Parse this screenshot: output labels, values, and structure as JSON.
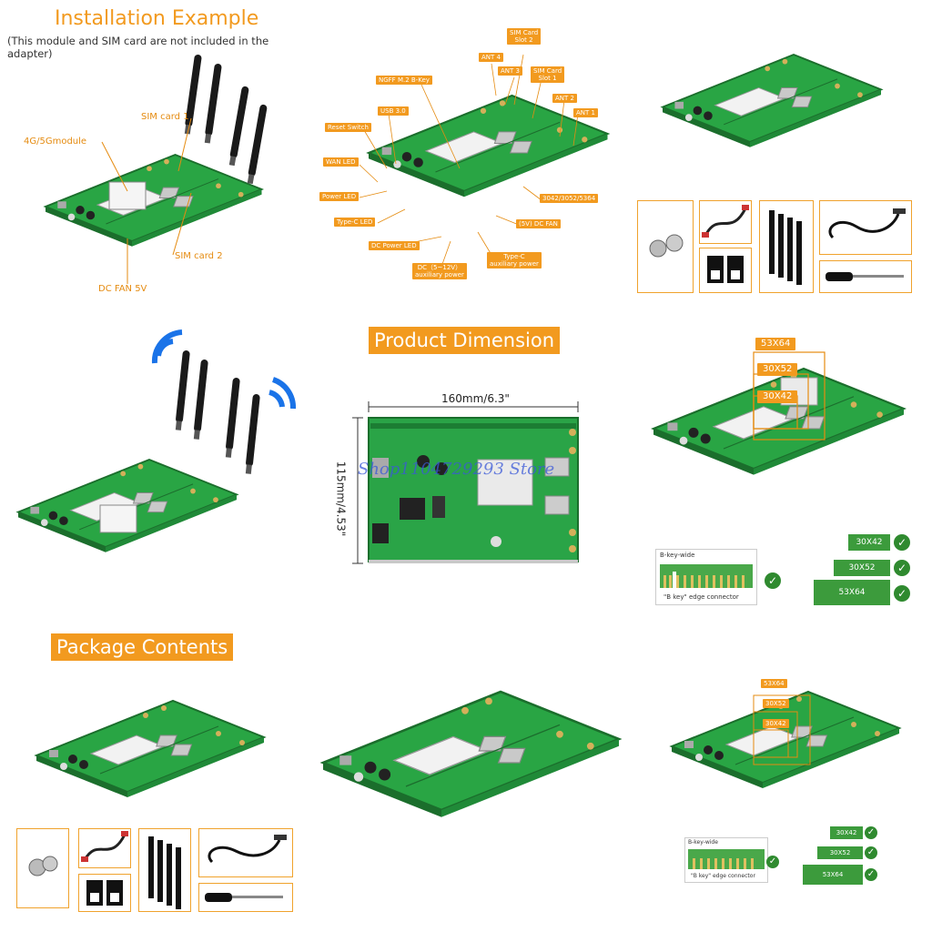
{
  "panel1": {
    "title": "Installation Example",
    "subtitle": "(This module and SIM card are not included in the adapter)",
    "labels": {
      "sim1": "SIM card 1",
      "module": "4G/5Gmodule",
      "sim2": "SIM card 2",
      "fan": "DC FAN 5V"
    }
  },
  "panel2": {
    "tags": {
      "sim_slot2": "SIM Card\nSlot 2",
      "ant4": "ANT 4",
      "ant3": "ANT 3",
      "sim_slot1": "SIM Card\nSlot 1",
      "ngff": "NGFF M.2 B-Key",
      "ant2": "ANT 2",
      "ant1": "ANT 1",
      "usb3": "USB 3.0",
      "reset": "Reset Switch",
      "wan": "WAN LED",
      "power": "Power LED",
      "sizes": "3042/3052/5364",
      "typec_led": "Type-C LED",
      "fan5v": "(5V) DC FAN",
      "dc_power_led": "DC Power LED",
      "typec_aux": "Type-C\nauxiliary power",
      "dc_aux": "DC（5~12V）\nauxiliary power"
    }
  },
  "panel5": {
    "banner": "Product Dimension",
    "width_label": "160mm/6.3\"",
    "height_label": "115mm/4.53\"",
    "watermark": "Shop1104729293 Store"
  },
  "panel6": {
    "tags": {
      "a": "53X64",
      "b": "30X52",
      "c": "30X42"
    },
    "connector_caption": "\"B key\" edge connector",
    "connector_small": "B-key-wide",
    "sizes": [
      "30X42",
      "30X52",
      "53X64"
    ]
  },
  "panel7": {
    "banner": "Package Contents"
  },
  "panel9": {
    "tags": {
      "a": "53X64",
      "b": "30X52",
      "c": "30X42"
    },
    "connector_caption": "\"B key\" edge connector",
    "connector_small": "B-key-wide",
    "sizes": [
      "30X42",
      "30X52",
      "53X64"
    ]
  },
  "check_mark": "✓",
  "colors": {
    "accent": "#f29a1f",
    "board": "#2fa84a",
    "check": "#2f8a2f",
    "signal": "#1a73e8"
  }
}
